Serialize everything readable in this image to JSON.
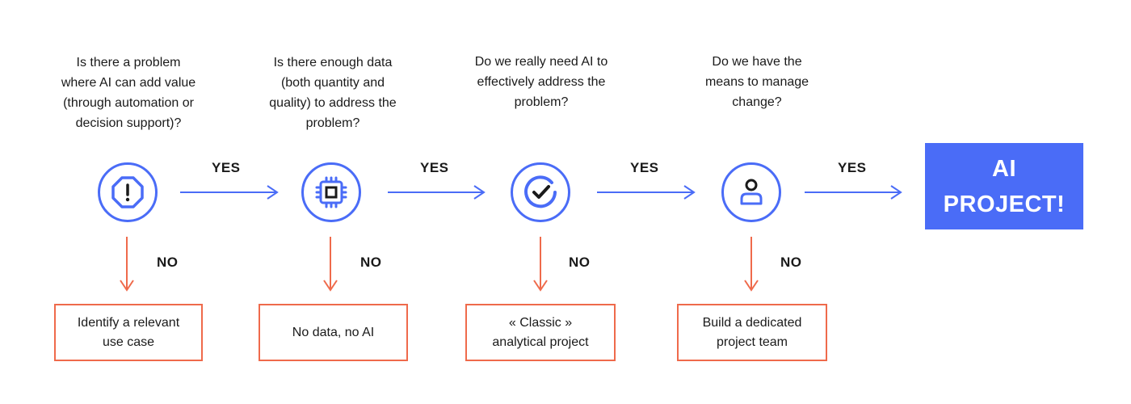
{
  "colors": {
    "accent_blue": "#4a6cf7",
    "no_orange": "#ef6a4b",
    "text": "#1a1a1a"
  },
  "steps": [
    {
      "question": [
        "Is there a problem",
        "where AI can add value",
        "(through automation or",
        "decision support)?"
      ],
      "icon": "alert-octagon-icon",
      "yes_label": "YES",
      "no_label": "NO",
      "outcome": [
        "Identify a relevant",
        "use case"
      ]
    },
    {
      "question": [
        "Is there enough data",
        "(both quantity and",
        "quality) to address the",
        "problem?"
      ],
      "icon": "chip-icon",
      "yes_label": "YES",
      "no_label": "NO",
      "outcome": [
        "No data, no AI"
      ]
    },
    {
      "question": [
        "Do we really need AI to",
        "effectively address the",
        "problem?"
      ],
      "icon": "check-circle-icon",
      "yes_label": "YES",
      "no_label": "NO",
      "outcome": [
        "« Classic »",
        "analytical project"
      ]
    },
    {
      "question": [
        "Do we have the",
        "means to manage",
        "change?"
      ],
      "icon": "user-icon",
      "yes_label": "YES",
      "no_label": "NO",
      "outcome": [
        "Build a dedicated",
        "project team"
      ]
    }
  ],
  "final": {
    "line1": "AI",
    "line2": "PROJECT!"
  }
}
